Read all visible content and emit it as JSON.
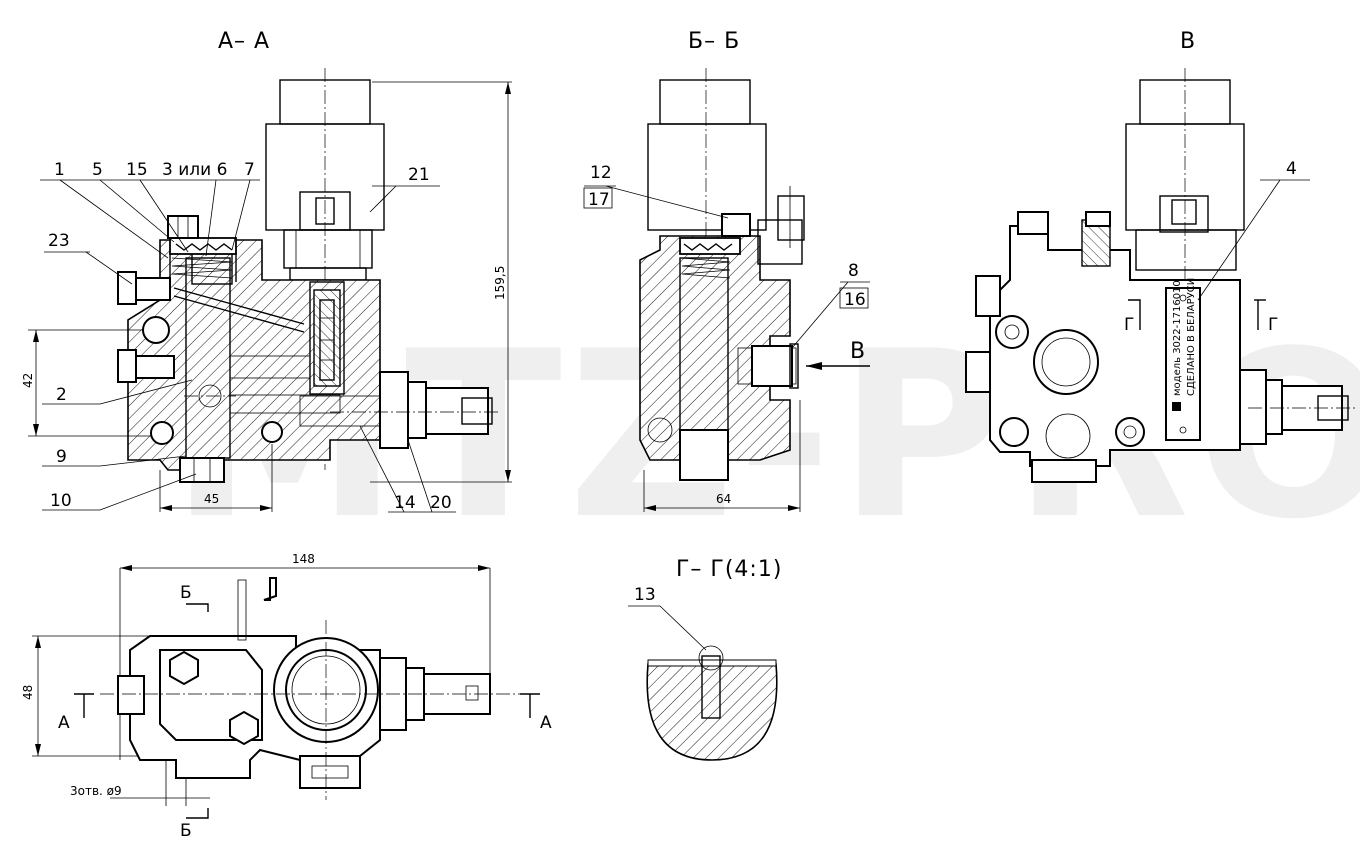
{
  "views": {
    "section_aa": "А– А",
    "section_bb": "Б– Б",
    "view_v": "В",
    "section_gg": "Г– Г(4:1)"
  },
  "callouts": {
    "c1": "1",
    "c5": "5",
    "c15": "15",
    "c3_or_6": "3 или 6",
    "c7": "7",
    "c21": "21",
    "c23": "23",
    "c2": "2",
    "c9": "9",
    "c10": "10",
    "c14": "14",
    "c20": "20",
    "c12": "12",
    "c17": "17",
    "c8": "8",
    "c16": "16",
    "c4": "4",
    "c13": "13"
  },
  "dimensions": {
    "d159": "159,5",
    "d42": "42",
    "d45": "45",
    "d64": "64",
    "d148": "148",
    "d48": "48",
    "holes": "3отв. ø9"
  },
  "markers": {
    "b_top": "Б",
    "b_bottom": "Б",
    "a_left": "А",
    "a_right": "А",
    "v_arrow": "В",
    "g_left": "Г",
    "g_right": "Г"
  },
  "plate": {
    "line1": "модель 3022-1716010",
    "line2": "СДЕЛАНО В БЕЛАРУСИ"
  },
  "watermark": "MTZ-PRO"
}
